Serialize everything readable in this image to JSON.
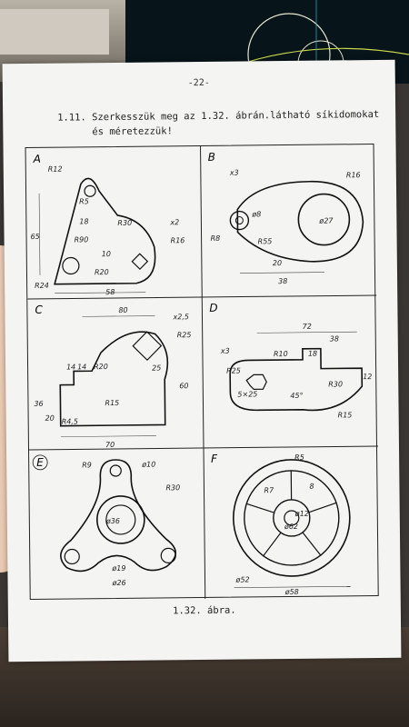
{
  "page": {
    "number": "-22-",
    "heading_line1": "1.11. Szerkesszük meg az 1.32. ábrán.látható síkidomokat",
    "heading_line2": "és méretezzük!",
    "caption": "1.32. ábra."
  },
  "panels": [
    {
      "letter": "A",
      "dims": [
        "R12",
        "R5",
        "18",
        "R30",
        "R90",
        "x2",
        "R16",
        "65",
        "10",
        "R20",
        "R24",
        "58"
      ]
    },
    {
      "letter": "B",
      "dims": [
        "x3",
        "R16",
        "ø8",
        "ø27",
        "R8",
        "R55",
        "20",
        "38"
      ]
    },
    {
      "letter": "C",
      "dims": [
        "80",
        "x2,5",
        "R25",
        "14",
        "14",
        "R20",
        "25",
        "60",
        "R15",
        "36",
        "20",
        "R4,5",
        "70"
      ]
    },
    {
      "letter": "D",
      "dims": [
        "72",
        "38",
        "x3",
        "18",
        "R10",
        "R25",
        "R30",
        "45°",
        "5×25",
        "R15",
        "12"
      ]
    },
    {
      "letter": "E",
      "dims": [
        "R9",
        "ø10",
        "R30",
        "ø36",
        "ø19",
        "ø26"
      ]
    },
    {
      "letter": "F",
      "dims": [
        "R5",
        "R7",
        "8",
        "ø52",
        "ø58",
        "ø12",
        "ø62"
      ]
    }
  ]
}
